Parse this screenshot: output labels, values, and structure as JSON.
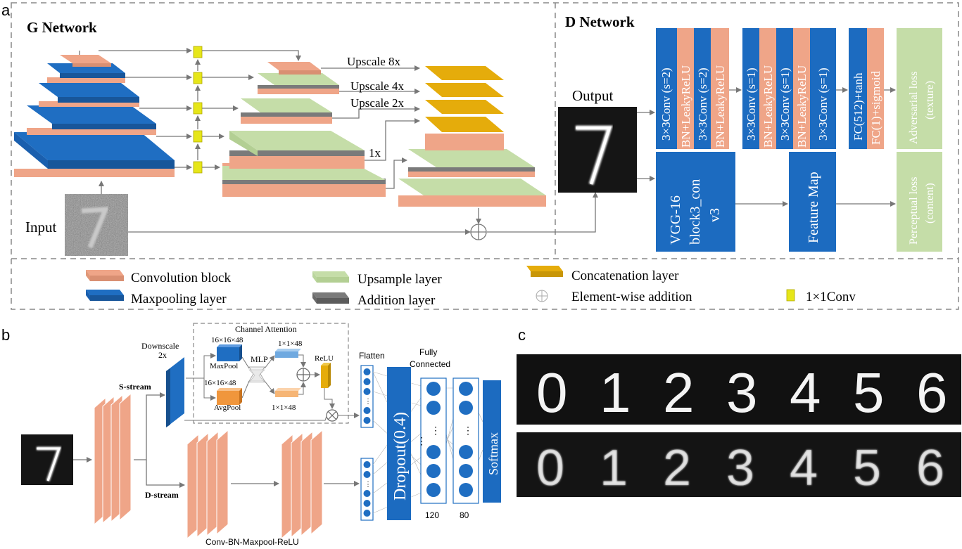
{
  "panel_letters": {
    "a": "a",
    "b": "b",
    "c": "c"
  },
  "panel_a": {
    "g_title": "G Network",
    "d_title": "D Network",
    "input_label": "Input",
    "output_label": "Output",
    "upscale_8x": "Upscale 8x",
    "upscale_4x": "Upscale 4x",
    "upscale_2x": "Upscale 2x",
    "scale_1x": "1x",
    "d_blocks": [
      {
        "line1": "3×3Conv (s=2)",
        "line2": "BN+LeakyReLU"
      },
      {
        "line1": "3×3Conv (s=2)",
        "line2": "BN+LeakyReLU"
      },
      {
        "line1": "3×3Conv (s=1)",
        "line2": "BN+LeakyReLU"
      },
      {
        "line1": "3×3Conv (s=1)",
        "line2": "BN+LeakyReLU"
      },
      {
        "line1": "3×3Conv (s=1)",
        "line2": ""
      },
      {
        "line1": "FC(512)+tanh",
        "line2": "FC(1)+sigmoid"
      }
    ],
    "adversarial_loss_1": "Adversarial loss",
    "adversarial_loss_2": "(texture)",
    "vgg_1": "VGG-16",
    "vgg_2": "block3_con",
    "vgg_3": "v3",
    "feature_map": "Feature Map",
    "perceptual_loss_1": "Perceptual loss",
    "perceptual_loss_2": "(content)",
    "legend": {
      "conv_block": "Convolution block",
      "maxpool": "Maxpooling layer",
      "upsample": "Upsample layer",
      "addition": "Addition layer",
      "concat": "Concatenation layer",
      "elementwise": "Element-wise addition",
      "conv1x1": "1×1Conv"
    },
    "colors": {
      "salmon": "#EFA588",
      "blue": "#1F6EC2",
      "green": "#C5DDA8",
      "gray": "#7A7A7A",
      "gold": "#E5AC0B",
      "yellow": "#E6E619",
      "loss_green": "#C5DDA8",
      "d_blue": "#1C6BC0"
    }
  },
  "panel_b": {
    "downscale": "Downscale",
    "downscale_2x": "2x",
    "channel_attention": "Channel Attention",
    "size_16_top": "16×16×48",
    "maxpool": "MaxPool",
    "size_16_bottom": "16×16×48",
    "avgpool": "AvgPool",
    "mlp": "MLP",
    "size_1_top": "1×1×48",
    "size_1_bottom": "1×1×48",
    "relu": "ReLU",
    "s_stream": "S-stream",
    "d_stream": "D-stream",
    "conv_bn": "Conv-BN-Maxpool-ReLU",
    "flatten": "Flatten",
    "fully_connected_1": "Fully",
    "fully_connected_2": "Connected",
    "dropout": "Dropout(0.4)",
    "softmax": "Softmax",
    "n120": "120",
    "n80": "80"
  },
  "panel_c": {
    "digits": [
      "0",
      "1",
      "2",
      "3",
      "4",
      "5",
      "6"
    ]
  }
}
